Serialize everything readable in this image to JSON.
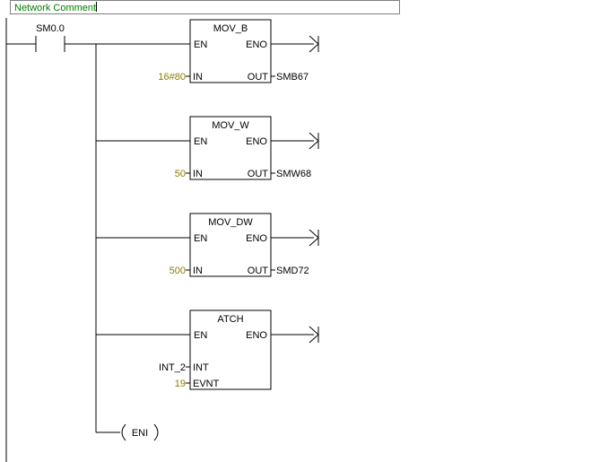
{
  "network_comment": "Network Comment",
  "contact": {
    "address": "SM0.0"
  },
  "boxes": [
    {
      "title": "MOV_B",
      "en": "EN",
      "eno": "ENO",
      "inputs": [
        {
          "pin": "IN",
          "operand": "16#80",
          "const": true
        }
      ],
      "outputs": [
        {
          "pin": "OUT",
          "operand": "SMB67"
        }
      ]
    },
    {
      "title": "MOV_W",
      "en": "EN",
      "eno": "ENO",
      "inputs": [
        {
          "pin": "IN",
          "operand": "50",
          "const": true
        }
      ],
      "outputs": [
        {
          "pin": "OUT",
          "operand": "SMW68"
        }
      ]
    },
    {
      "title": "MOV_DW",
      "en": "EN",
      "eno": "ENO",
      "inputs": [
        {
          "pin": "IN",
          "operand": "500",
          "const": true
        }
      ],
      "outputs": [
        {
          "pin": "OUT",
          "operand": "SMD72"
        }
      ]
    },
    {
      "title": "ATCH",
      "en": "EN",
      "eno": "ENO",
      "inputs": [
        {
          "pin": "INT",
          "operand": "INT_2",
          "const": false
        },
        {
          "pin": "EVNT",
          "operand": "19",
          "const": true
        }
      ],
      "outputs": []
    }
  ],
  "coil": {
    "label": "ENI"
  }
}
